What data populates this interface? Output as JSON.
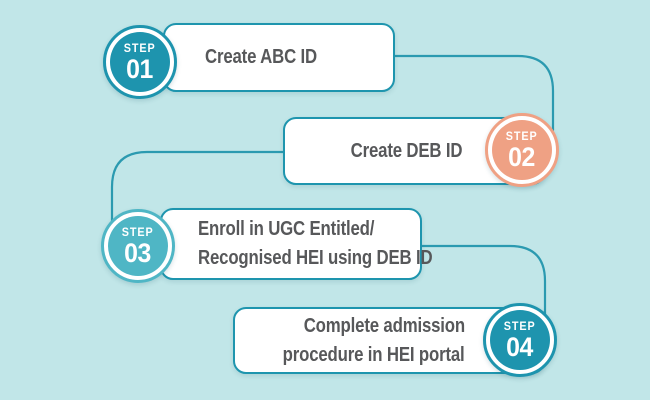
{
  "colors": {
    "background": "#c1e6e8",
    "teal": "#1e94ae",
    "light_teal": "#4fb6c5",
    "salmon": "#efa184",
    "card_border": "#1e95ae",
    "card_background": "#ffffff",
    "connector": "#2b9ab0",
    "text": "#57585a",
    "badge_text": "#ffffff"
  },
  "steps": [
    {
      "badge_label": "STEP",
      "number": "01",
      "accent": "#1e94ae",
      "title": {
        "line1": "Create ABC ID"
      }
    },
    {
      "badge_label": "STEP",
      "number": "02",
      "accent": "#efa184",
      "title": {
        "line1": "Create DEB ID"
      }
    },
    {
      "badge_label": "STEP",
      "number": "03",
      "accent": "#4fb6c5",
      "title": {
        "line1": "Enroll in UGC Entitled/",
        "line2": "Recognised HEI using DEB ID"
      }
    },
    {
      "badge_label": "STEP",
      "number": "04",
      "accent": "#1e94ae",
      "title": {
        "line1": "Complete admission",
        "line2": "procedure in HEI portal"
      }
    }
  ]
}
